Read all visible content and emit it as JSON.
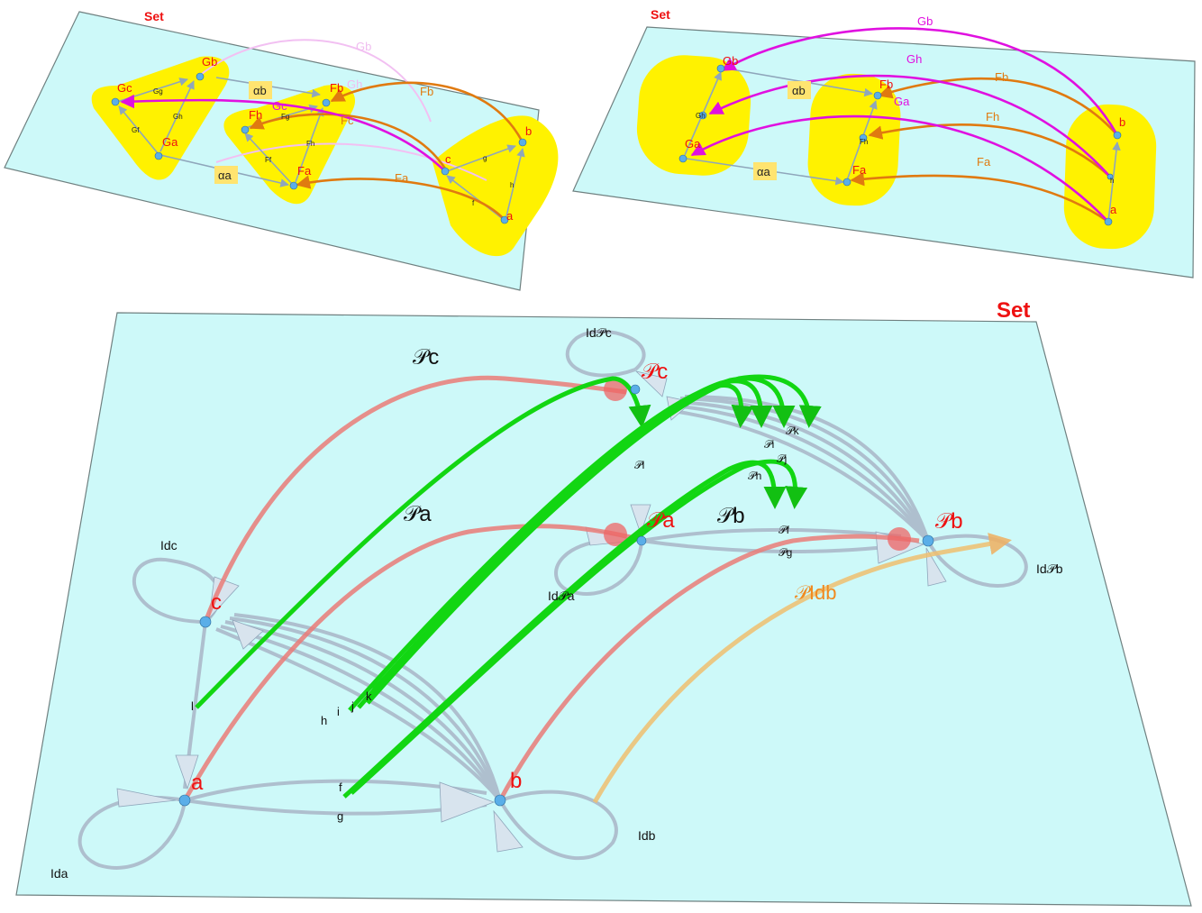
{
  "colors": {
    "plane": "#cdf9f9",
    "plane_border": "#6f8080",
    "yellow": "#fff200",
    "magenta": "#e010e0",
    "orange": "#e07a10",
    "red_label": "#ee1111",
    "green": "#12d612",
    "pink_line": "#e8807a",
    "node": "#5aaee8",
    "gray_edge": "#aebfce"
  },
  "diagram1": {
    "set_label": "Set",
    "nodes": {
      "gb": "Gb",
      "gc": "Gc",
      "ga": "Ga",
      "fb": "Fb",
      "fh": "Fh",
      "fa": "Fa",
      "c": "c",
      "b": "b",
      "a": "a"
    },
    "edge_labels": {
      "gg": "Gg",
      "gh": "Gh",
      "gf": "Gf",
      "fg": "Fg",
      "ff": "Ff",
      "fh2": "Fh",
      "g": "g",
      "h": "h",
      "f": "f"
    },
    "alpha_b": "αb",
    "alpha_a": "αa",
    "arc_labels": {
      "gb": "Gb",
      "gh": "Gh",
      "gc": "Gc",
      "fb": "Fb",
      "fc": "Fc",
      "fa": "Fa"
    }
  },
  "diagram2": {
    "set_label": "Set",
    "nodes": {
      "gb": "Gb",
      "gh": "Gh",
      "ga": "Ga",
      "fb": "Fb",
      "fh": "Fh",
      "fa": "Fa",
      "b": "b",
      "h": "h",
      "a": "a"
    },
    "alpha_b": "αb",
    "alpha_a": "αa",
    "arc_labels": {
      "gb": "Gb",
      "gh": "Gh",
      "ga": "Ga",
      "fb": "Fb",
      "fh": "Fh",
      "fa": "Fa"
    }
  },
  "diagram3": {
    "set_label": "Set",
    "nodes": {
      "c": "c",
      "a": "a",
      "b": "b",
      "pc": "𝒫c",
      "pa": "𝒫a",
      "pb": "𝒫b"
    },
    "functor_labels": {
      "pc": "𝒫c",
      "pa": "𝒫a",
      "pb": "𝒫b",
      "pid_b": "𝒫Idb"
    },
    "id_labels": {
      "id_c": "Idc",
      "id_a": "Ida",
      "id_b": "Idb",
      "id_pc": "Id𝒫c",
      "id_pa": "Id𝒫a",
      "id_pb": "Id𝒫b"
    },
    "edge_labels": {
      "l": "l",
      "h": "h",
      "i": "i",
      "j": "j",
      "k": "k",
      "f": "f",
      "g": "g"
    },
    "p_edge_labels": {
      "pl": "𝒫l",
      "pk": "𝒫k",
      "pi": "𝒫i",
      "pj": "𝒫j",
      "ph": "𝒫h",
      "pf": "𝒫f",
      "pg": "𝒫g"
    }
  }
}
